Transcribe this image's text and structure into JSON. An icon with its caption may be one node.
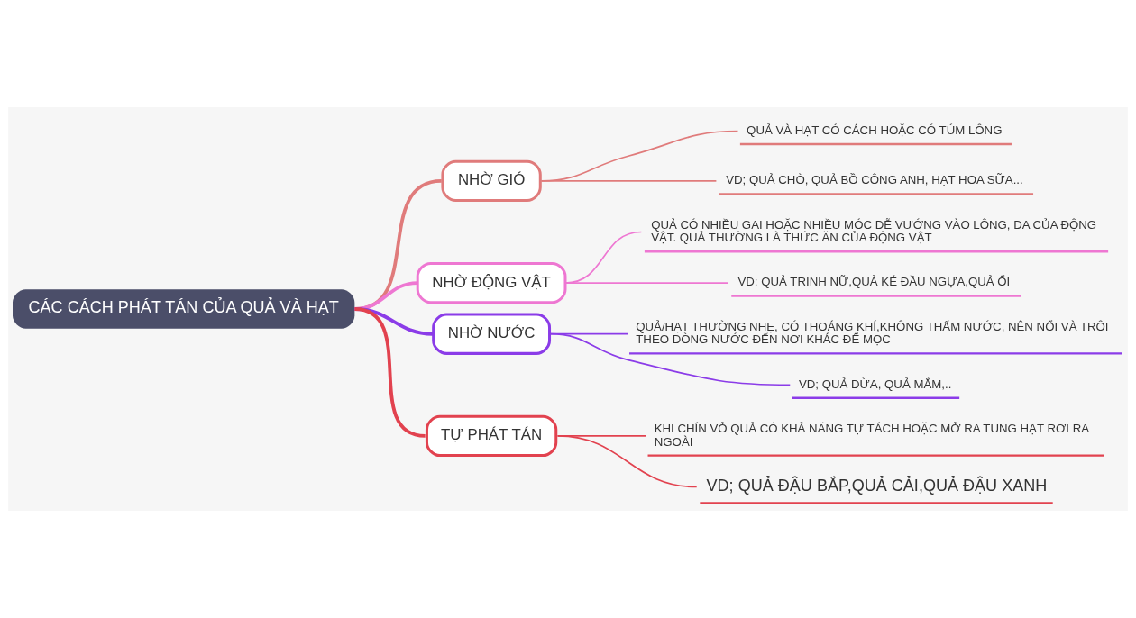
{
  "diagram": {
    "nodes": [
      {
        "text": [
          "CÁC CÁCH PHÁT TÁN CỦA QUẢ VÀ HẠT"
        ]
      },
      {
        "text": [
          "NHỜ GIÓ"
        ]
      },
      {
        "text": [
          "QUẢ VÀ HẠT CÓ CÁCH HOẶC CÓ TÚM LÔNG"
        ]
      },
      {
        "text": [
          "VD; QUẢ CHÒ, QUẢ BỒ CÔNG ANH, HẠT HOA SỮA..."
        ]
      },
      {
        "text": [
          "NHỜ ĐỘNG VẬT"
        ]
      },
      {
        "text": [
          "QUẢ CÓ NHIỀU GAI HOẶC NHIỀU MÓC DỄ VƯỚNG VÀO LÔNG, DA CỦA ĐỘNG VẬT. QUẢ THƯỜNG LÀ THỨC ĂN CỦA ĐỘNG VẬT"
        ]
      },
      {
        "text": [
          "VD; QUẢ TRINH NỮ,QUẢ KÉ ĐẦU NGỰA,QUẢ ỔI"
        ]
      },
      {
        "text": [
          "NHỜ NƯỚC"
        ]
      },
      {
        "text": [
          "QUẢ/HẠT THƯỜNG NHẸ, CÓ THOÁNG KHÍ,KHÔNG THẤM NƯỚC, NÊN NỔI VÀ TRÔI THEO DÒNG NƯỚC ĐẾN NƠI KHÁC ĐỂ MỌC"
        ]
      },
      {
        "text": [
          "VD; QUẢ DỪA, QUẢ MẮM,.."
        ]
      },
      {
        "text": [
          "TỰ PHÁT TÁN"
        ]
      },
      {
        "text": [
          "KHI CHÍN VỎ QUẢ CÓ KHẢ NĂNG TỰ TÁCH HOẶC MỞ RA TUNG HẠT RƠI RA NGOÀI"
        ]
      },
      {
        "text": [
          "VD; QUẢ ĐẬU BẮP,QUẢ CẢI,QUẢ ĐẬU XANH"
        ]
      }
    ],
    "edges": [
      {
        "from": 0,
        "to": 1,
        "arrow": "none",
        "style": "thick",
        "color": "#e07b7b"
      },
      {
        "from": 1,
        "to": 2,
        "arrow": "none",
        "color": "#e07b7b"
      },
      {
        "from": 1,
        "to": 3,
        "arrow": "none",
        "color": "#e07b7b"
      },
      {
        "from": 0,
        "to": 4,
        "arrow": "none",
        "style": "thick",
        "color": "#ee77d2"
      },
      {
        "from": 4,
        "to": 5,
        "arrow": "none",
        "color": "#ee77d2"
      },
      {
        "from": 4,
        "to": 6,
        "arrow": "none",
        "color": "#ee77d2"
      },
      {
        "from": 0,
        "to": 7,
        "arrow": "none",
        "style": "thick",
        "color": "#8b3ce8"
      },
      {
        "from": 7,
        "to": 8,
        "arrow": "none",
        "color": "#8b3ce8"
      },
      {
        "from": 7,
        "to": 9,
        "arrow": "none",
        "color": "#8b3ce8"
      },
      {
        "from": 0,
        "to": 10,
        "arrow": "none",
        "style": "thick",
        "color": "#e2424f"
      },
      {
        "from": 10,
        "to": 11,
        "arrow": "none",
        "color": "#e2424f"
      },
      {
        "from": 10,
        "to": 12,
        "arrow": "none",
        "color": "#e2424f"
      }
    ]
  }
}
